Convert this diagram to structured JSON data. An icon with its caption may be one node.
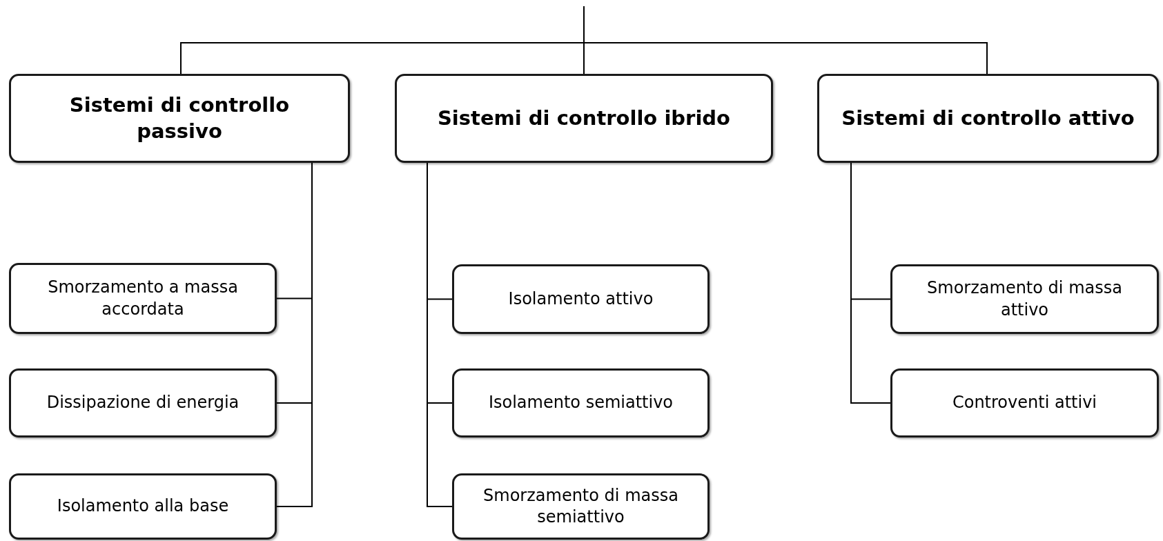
{
  "diagram": {
    "nodes": [
      {
        "text": [
          "Sistemi di controllo passivo"
        ]
      },
      {
        "text": [
          "Sistemi di controllo ibrido"
        ]
      },
      {
        "text": [
          "Sistemi di controllo attivo"
        ]
      },
      {
        "text": [
          "Smorzamento a massa accordata"
        ]
      },
      {
        "text": [
          "Dissipazione di energia"
        ]
      },
      {
        "text": [
          "Isolamento alla base"
        ]
      },
      {
        "text": [
          "Isolamento attivo"
        ]
      },
      {
        "text": [
          "Isolamento semiattivo"
        ]
      },
      {
        "text": [
          "Smorzamento di massa semiattivo"
        ]
      },
      {
        "text": [
          "Smorzamento di massa attivo"
        ]
      },
      {
        "text": [
          "Controventi attivi"
        ]
      }
    ],
    "edges": [
      {
        "from": null,
        "to": 0,
        "arrow": "none"
      },
      {
        "from": null,
        "to": 1,
        "arrow": "none"
      },
      {
        "from": null,
        "to": 2,
        "arrow": "none"
      },
      {
        "from": 0,
        "to": 3,
        "arrow": "none"
      },
      {
        "from": 0,
        "to": 4,
        "arrow": "none"
      },
      {
        "from": 0,
        "to": 5,
        "arrow": "none"
      },
      {
        "from": 1,
        "to": 6,
        "arrow": "none"
      },
      {
        "from": 1,
        "to": 7,
        "arrow": "none"
      },
      {
        "from": 1,
        "to": 8,
        "arrow": "none"
      },
      {
        "from": 2,
        "to": 9,
        "arrow": "none"
      },
      {
        "from": 2,
        "to": 10,
        "arrow": "none"
      }
    ]
  }
}
